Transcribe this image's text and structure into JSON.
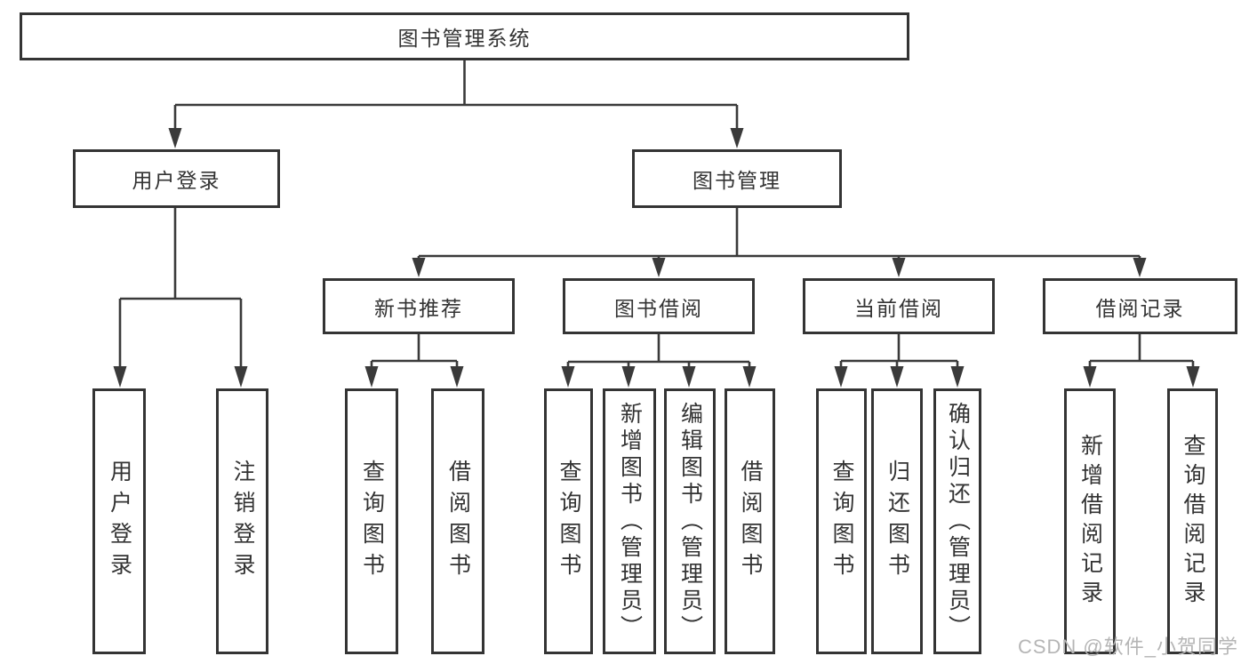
{
  "colors": {
    "background": "#ffffff",
    "line": "#3a3a3a",
    "box_border": "#343434",
    "text": "#333333",
    "watermark": "#b5b5b5"
  },
  "diagram": {
    "root": "图书管理系统",
    "branches": [
      {
        "label": "用户登录"
      },
      {
        "label": "图书管理"
      }
    ],
    "groups": [
      {
        "label": "新书推荐"
      },
      {
        "label": "图书借阅"
      },
      {
        "label": "当前借阅"
      },
      {
        "label": "借阅记录"
      }
    ],
    "leaves": {
      "user_login": [
        "用户登录",
        "注销登录"
      ],
      "new_book": [
        "查询图书",
        "借阅图书"
      ],
      "borrow": [
        "查询图书",
        "新增图书（管理员）",
        "编辑图书（管理员）",
        "借阅图书"
      ],
      "current": [
        "查询图书",
        "归还图书",
        "确认归还（管理员）"
      ],
      "records": [
        "新增借阅记录",
        "查询借阅记录"
      ]
    }
  },
  "watermark": "CSDN @软件_小贺同学"
}
